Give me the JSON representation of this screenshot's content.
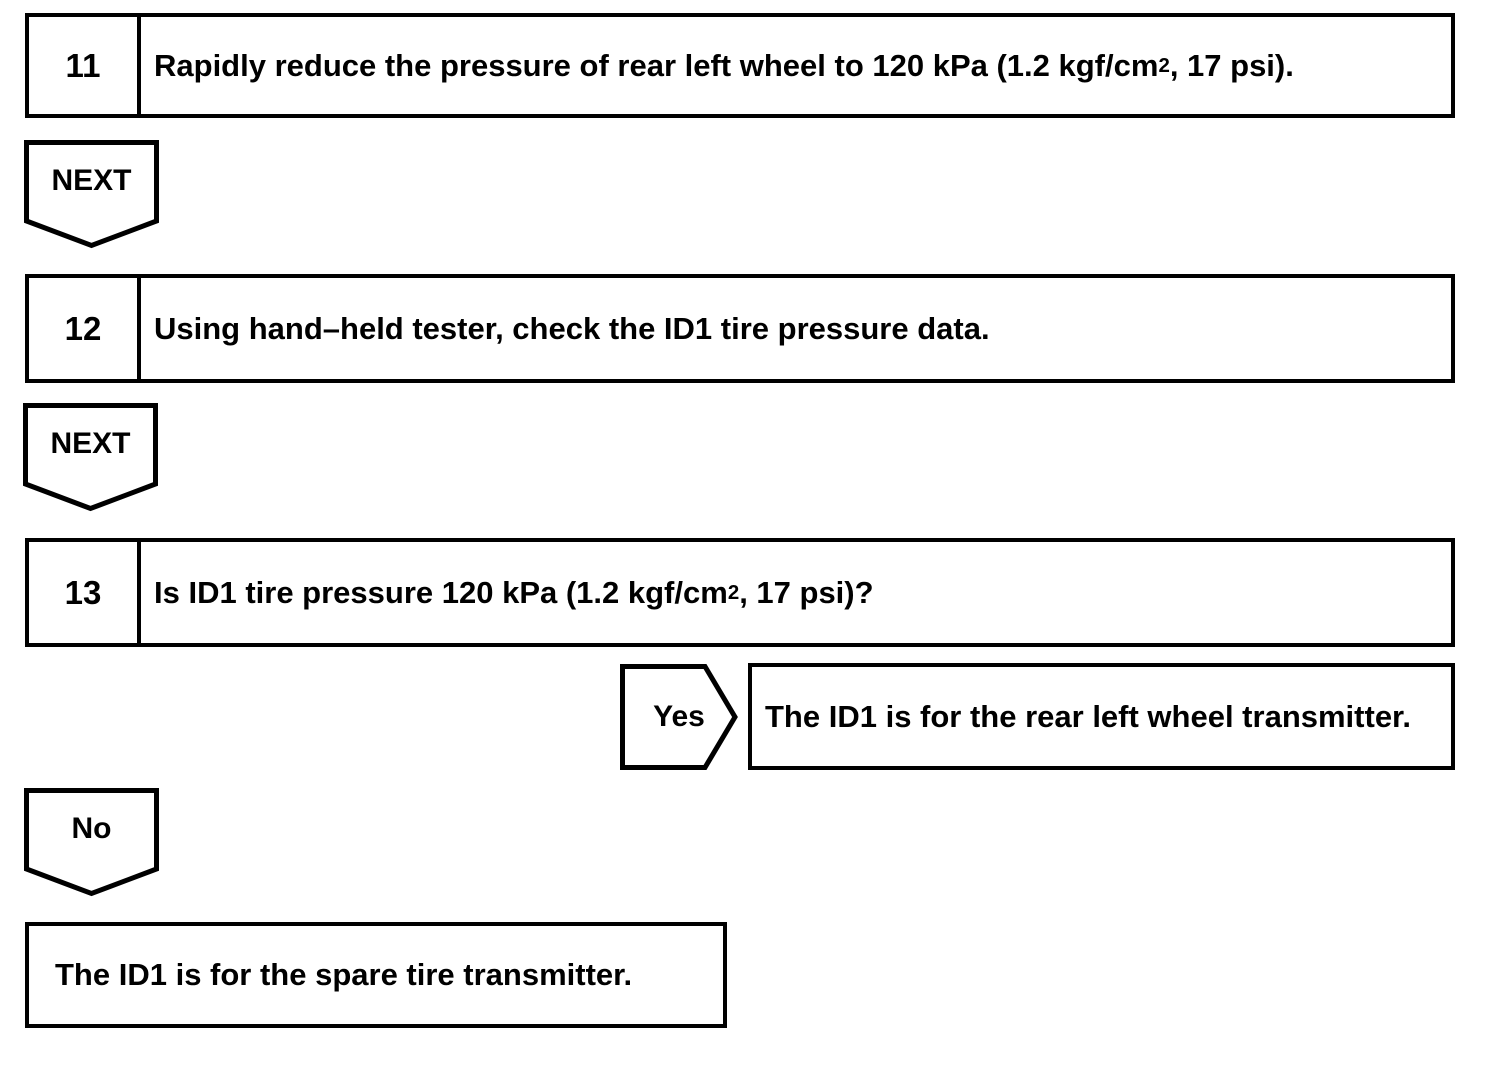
{
  "flowchart": {
    "steps": [
      {
        "number": "11",
        "text_pre": "Rapidly reduce the pressure of rear left wheel to 120 kPa (1.2 kgf/cm",
        "text_sup": "2",
        "text_post": ", 17 psi)."
      },
      {
        "number": "12",
        "text_pre": "Using hand–held tester, check the ID1 tire pressure data.",
        "text_sup": "",
        "text_post": ""
      },
      {
        "number": "13",
        "text_pre": "Is ID1 tire pressure 120 kPa (1.2 kgf/cm",
        "text_sup": "2",
        "text_post": ", 17 psi)?"
      }
    ],
    "connectors": {
      "next_1": "NEXT",
      "next_2": "NEXT",
      "yes": "Yes",
      "no": "No"
    },
    "results": {
      "yes": "The ID1 is for the rear left wheel transmitter.",
      "no": "The ID1 is for the spare tire transmitter."
    },
    "colors": {
      "line": "#000000",
      "background": "#ffffff"
    }
  }
}
